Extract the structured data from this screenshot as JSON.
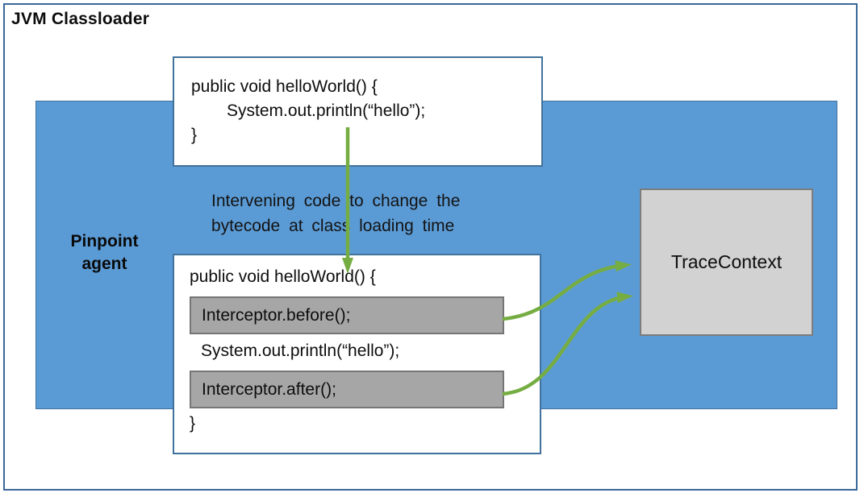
{
  "title": "JVM Classloader",
  "agent": {
    "line1": "Pinpoint",
    "line2": "agent"
  },
  "original_code": {
    "line1": "public void helloWorld() {",
    "line2": "System.out.println(“hello”);",
    "line3": "}"
  },
  "annotation": {
    "line1": "Intervening code to change the",
    "line2": "bytecode at class loading time"
  },
  "instrumented_code": {
    "line1": "public void helloWorld() {",
    "before": "Interceptor.before();",
    "body": "System.out.println(“hello”);",
    "after": "Interceptor.after();",
    "close": "}"
  },
  "trace_context": {
    "label": "TraceContext"
  },
  "colors": {
    "agent_fill": "#5B9BD5",
    "box_border": "#41719C",
    "outer_border": "#39689A",
    "interceptor_fill": "#A6A6A6",
    "interceptor_border": "#757575",
    "trace_fill": "#D2D2D2",
    "trace_border": "#7C7C7C",
    "arrow_green": "#76AD43",
    "text": "#0d0d0d"
  }
}
